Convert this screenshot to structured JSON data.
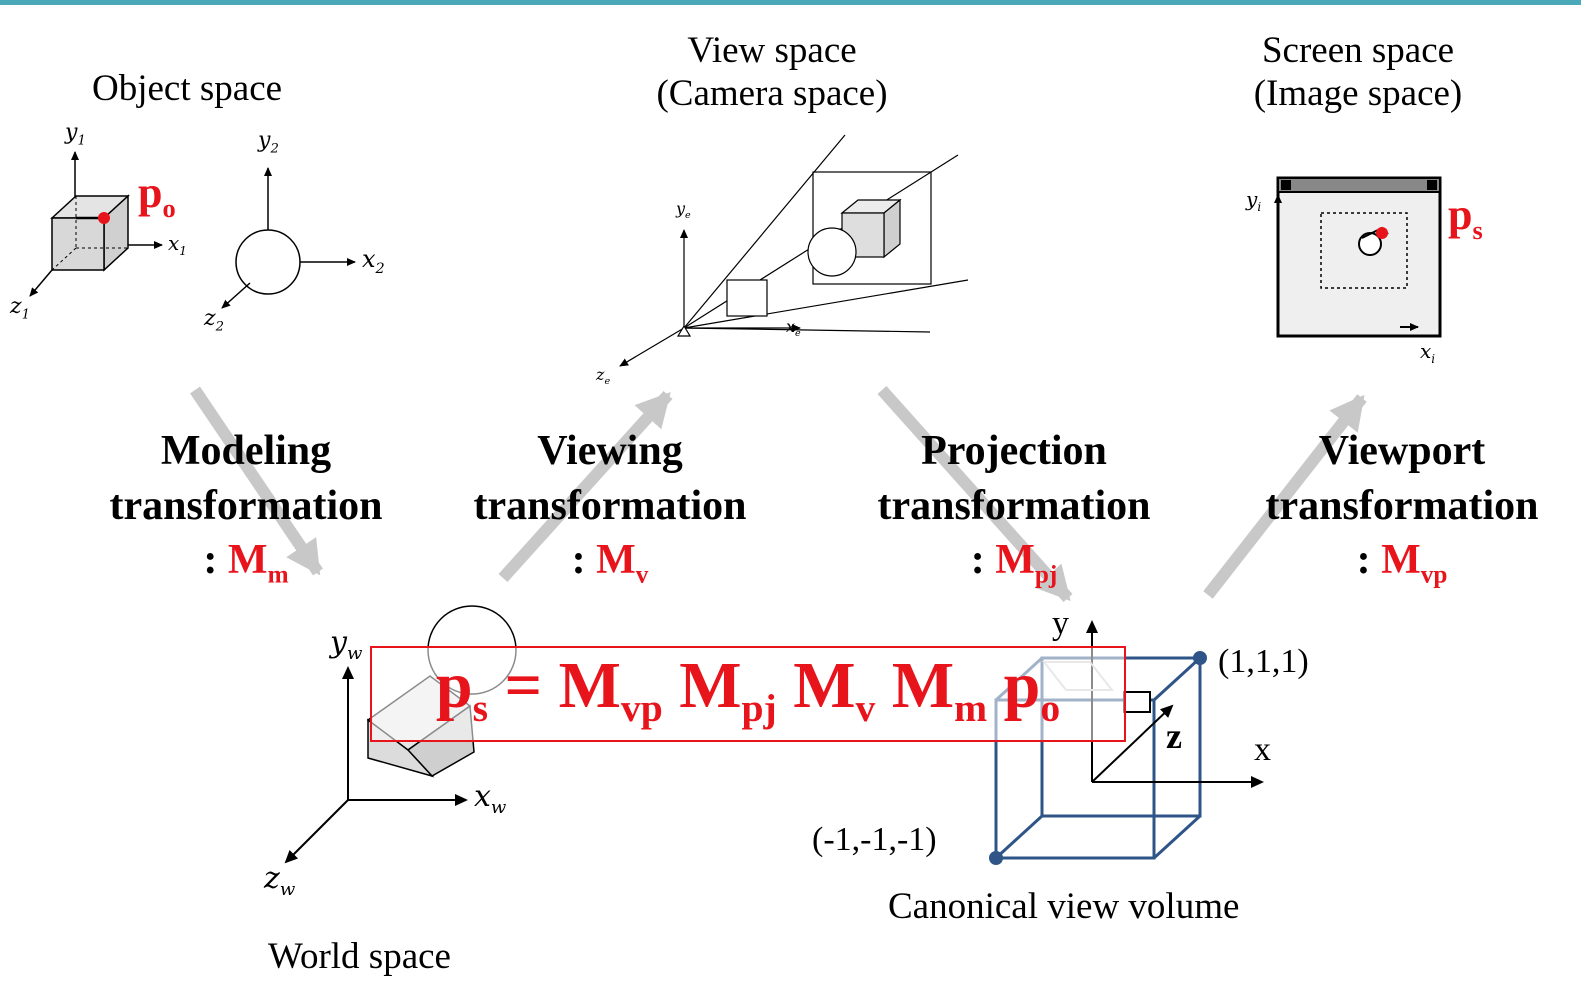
{
  "spaces": {
    "object": "Object space",
    "view_line1": "View space",
    "view_line2": "(Camera space)",
    "screen_line1": "Screen space",
    "screen_line2": "(Image space)",
    "world": "World space",
    "canonical": "Canonical view volume"
  },
  "transforms": [
    {
      "line1": "Modeling",
      "line2": "transformation",
      "prefix": ": ",
      "matrix": "M",
      "sub": "m"
    },
    {
      "line1": "Viewing",
      "line2": "transformation",
      "prefix": ": ",
      "matrix": "M",
      "sub": "v"
    },
    {
      "line1": "Projection",
      "line2": "transformation",
      "prefix": ": ",
      "matrix": "M",
      "sub": "pj"
    },
    {
      "line1": "Viewport",
      "line2": "transformation",
      "prefix": ": ",
      "matrix": "M",
      "sub": "vp"
    }
  ],
  "points": {
    "po": {
      "base": "p",
      "sub": "o"
    },
    "ps": {
      "base": "p",
      "sub": "s"
    }
  },
  "axes": {
    "y1": "y",
    "y1_sub": "1",
    "x1": "x",
    "x1_sub": "1",
    "z1": "z",
    "z1_sub": "1",
    "y2": "y",
    "y2_sub": "2",
    "x2": "x",
    "x2_sub": "2",
    "z2": "z",
    "z2_sub": "2",
    "ye": "y",
    "ye_sub": "e",
    "xe": "x",
    "xe_sub": "e",
    "ze": "z",
    "ze_sub": "e",
    "yi": "y",
    "yi_sub": "i",
    "xi": "x",
    "xi_sub": "i",
    "yw": "y",
    "yw_sub": "w",
    "xw": "x",
    "xw_sub": "w",
    "zw": "z",
    "zw_sub": "w",
    "cy": "y",
    "cx": "x",
    "cz": "z"
  },
  "corners": {
    "top": "(1,1,1)",
    "bottom": "(-1,-1,-1)"
  },
  "equation": {
    "ps_base": "p",
    "ps_sub": "s",
    "eq": " = ",
    "t1": "M",
    "t1_sub": "vp",
    "t2": "M",
    "t2_sub": "pj",
    "t3": "M",
    "t3_sub": "v",
    "t4": "M",
    "t4_sub": "m",
    "po_base": "p",
    "po_sub": "o"
  },
  "colors": {
    "accent_red": "#e8141c",
    "arrow_gray": "#c8c8c8",
    "volume_blue": "#2f5488",
    "top_bar": "#4aa8b8"
  }
}
